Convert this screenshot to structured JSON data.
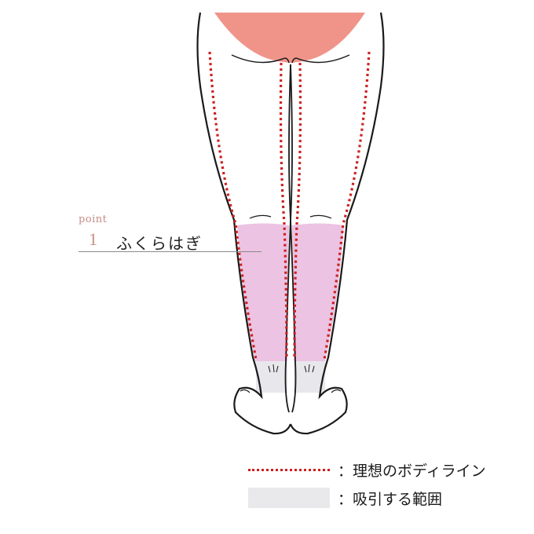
{
  "callout": {
    "point_word": "point",
    "point_number": "1",
    "part_name": "ふくらはぎ"
  },
  "legend": {
    "ideal_line": "：理想のボディライン",
    "suction_range": "：吸引する範囲"
  },
  "colors": {
    "underwear": "#f0948a",
    "calf_highlight": "#ecc3e2",
    "ankle_gray": "#e8e8ec",
    "ideal_line": "#cc1f1f",
    "outline": "#1a1a1a"
  }
}
